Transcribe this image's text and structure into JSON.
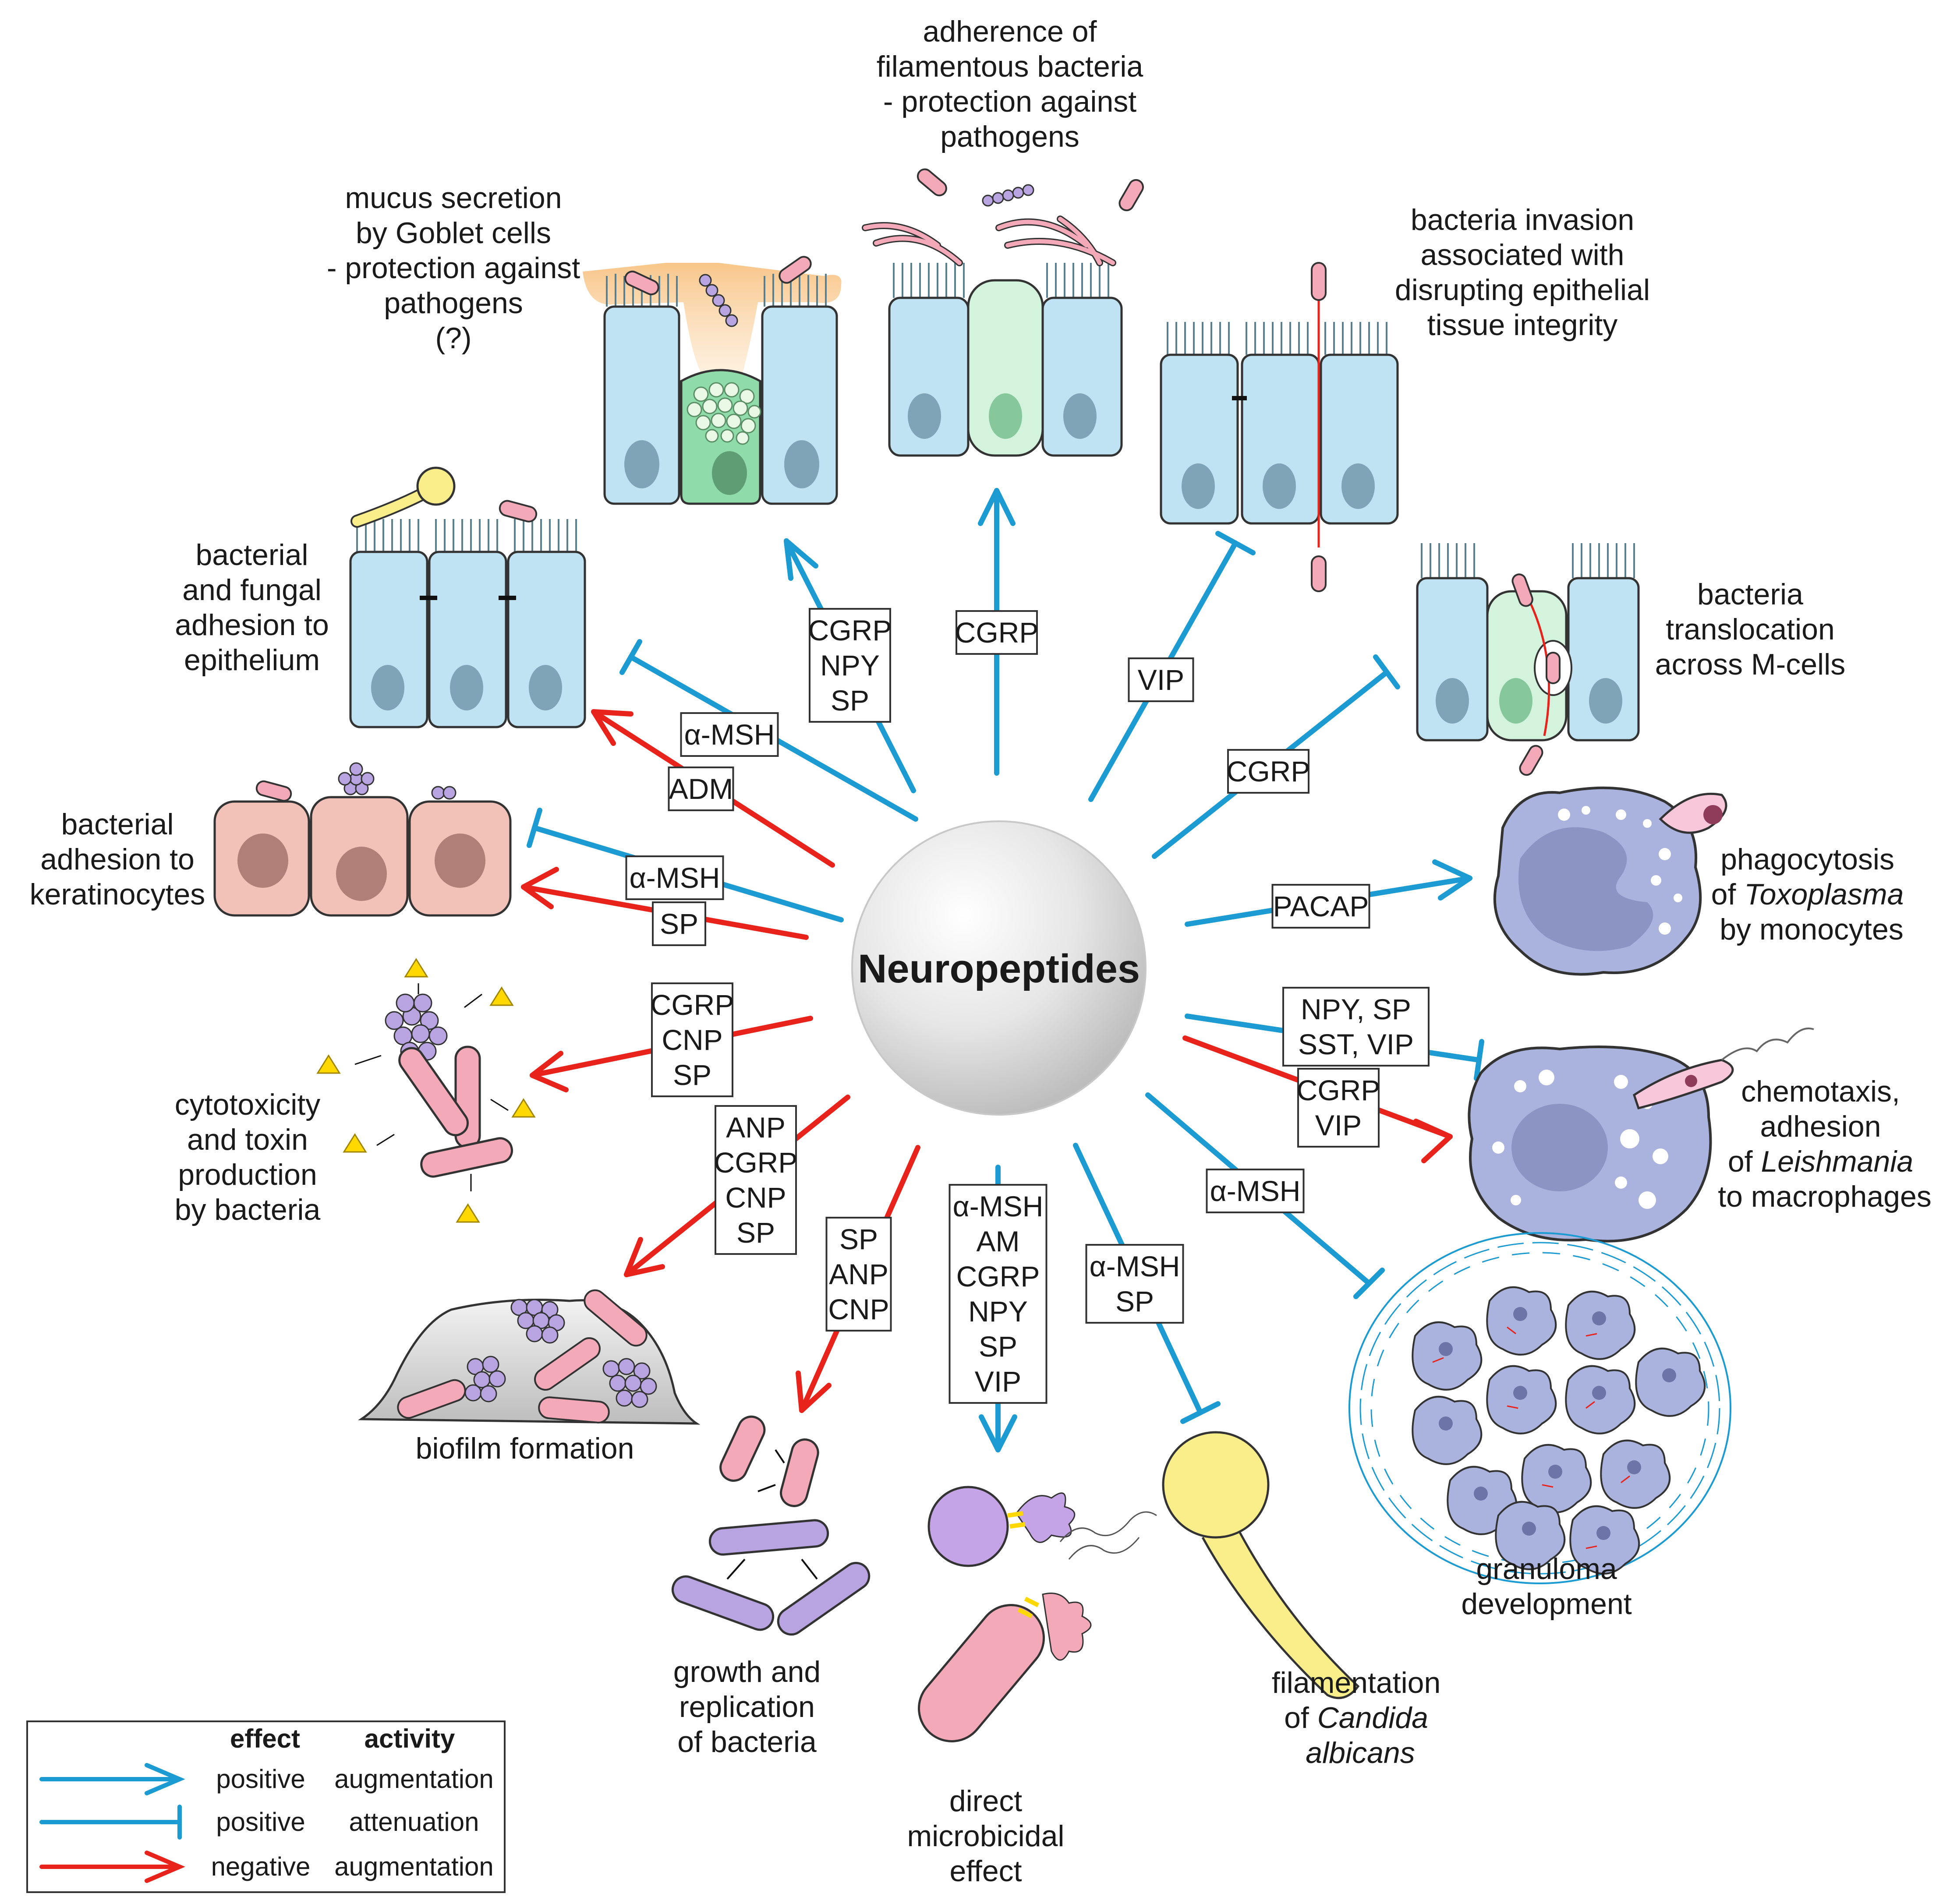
{
  "center": {
    "title": "Neuropeptides"
  },
  "colors": {
    "positive": "#1b9bd1",
    "negative": "#e8231c",
    "epithelium": "#bfe3f2",
    "goblet": "#8fdcaa",
    "mcell": "#d3f3dd",
    "keratinocyte": "#f2c2b8",
    "bacteria": "#f4a9b8",
    "cocci": "#b8a4e0",
    "monocyte": "#aab3dd",
    "candida": "#f9ee8a",
    "toxin": "#ffd800"
  },
  "legend": {
    "header_effect": "effect",
    "header_activity": "activity",
    "rows": [
      {
        "effect": "positive",
        "activity": "augmentation",
        "icon": "blue-arrow-icon"
      },
      {
        "effect": "positive",
        "activity": "attenuation",
        "icon": "blue-bar-icon"
      },
      {
        "effect": "negative",
        "activity": "augmentation",
        "icon": "red-arrow-icon"
      }
    ]
  },
  "outcomes": {
    "adherence": [
      "adherence of",
      "filamentous bacteria",
      "- protection against",
      "pathogens"
    ],
    "mucus": [
      "mucus secretion",
      "by Goblet cells",
      "- protection against",
      "pathogens",
      "(?)"
    ],
    "invasion": [
      "bacteria invasion",
      "associated with",
      "disrupting epithelial",
      "tissue integrity"
    ],
    "adhesion_epithelium": [
      "bacterial",
      "and fungal",
      "adhesion to",
      "epithelium"
    ],
    "translocation": [
      "bacteria",
      "translocation",
      "across M-cells"
    ],
    "keratinocytes": [
      "bacterial",
      "adhesion to",
      "keratinocytes"
    ],
    "phagocytosis": {
      "l1": "phagocytosis",
      "l2a": "of ",
      "l2b": "Toxoplasma",
      "l3": "by monocytes"
    },
    "cytotoxicity": [
      "cytotoxicity",
      "and toxin",
      "production",
      "by bacteria"
    ],
    "chemotaxis": {
      "l1": "chemotaxis,",
      "l2": "adhesion",
      "l3a": "of ",
      "l3b": "Leishmania",
      "l4": "to macrophages"
    },
    "biofilm": [
      "biofilm formation"
    ],
    "growth": [
      "growth and",
      "replication",
      "of bacteria"
    ],
    "microbicidal": [
      "direct",
      "microbicidal",
      "effect"
    ],
    "filamentation": {
      "l1": "filamentation",
      "l2a": "of ",
      "l2b": "Candida",
      "l3": "albicans"
    },
    "granuloma": [
      "granuloma",
      "development"
    ]
  },
  "boxes": {
    "goblet": [
      "CGRP",
      "NPY",
      "SP"
    ],
    "adherence": [
      "CGRP"
    ],
    "invasion": [
      "VIP"
    ],
    "translocation": [
      "CGRP"
    ],
    "adh_epi_msh": [
      "α-MSH"
    ],
    "adh_epi_adm": [
      "ADM"
    ],
    "kera_msh": [
      "α-MSH"
    ],
    "kera_sp": [
      "SP"
    ],
    "toxo": [
      "PACAP"
    ],
    "cyto": [
      "CGRP",
      "CNP",
      "SP"
    ],
    "leish_pos": [
      "NPY, SP",
      "SST, VIP"
    ],
    "leish_neg": [
      "CGRP",
      "VIP"
    ],
    "biofilm": [
      "ANP",
      "CGRP",
      "CNP",
      "SP"
    ],
    "growth": [
      "SP",
      "ANP",
      "CNP"
    ],
    "microbicidal": [
      "α-MSH",
      "AM",
      "CGRP",
      "NPY",
      "SP",
      "VIP"
    ],
    "candida": [
      "α-MSH",
      "SP"
    ],
    "granuloma": [
      "α-MSH"
    ]
  }
}
